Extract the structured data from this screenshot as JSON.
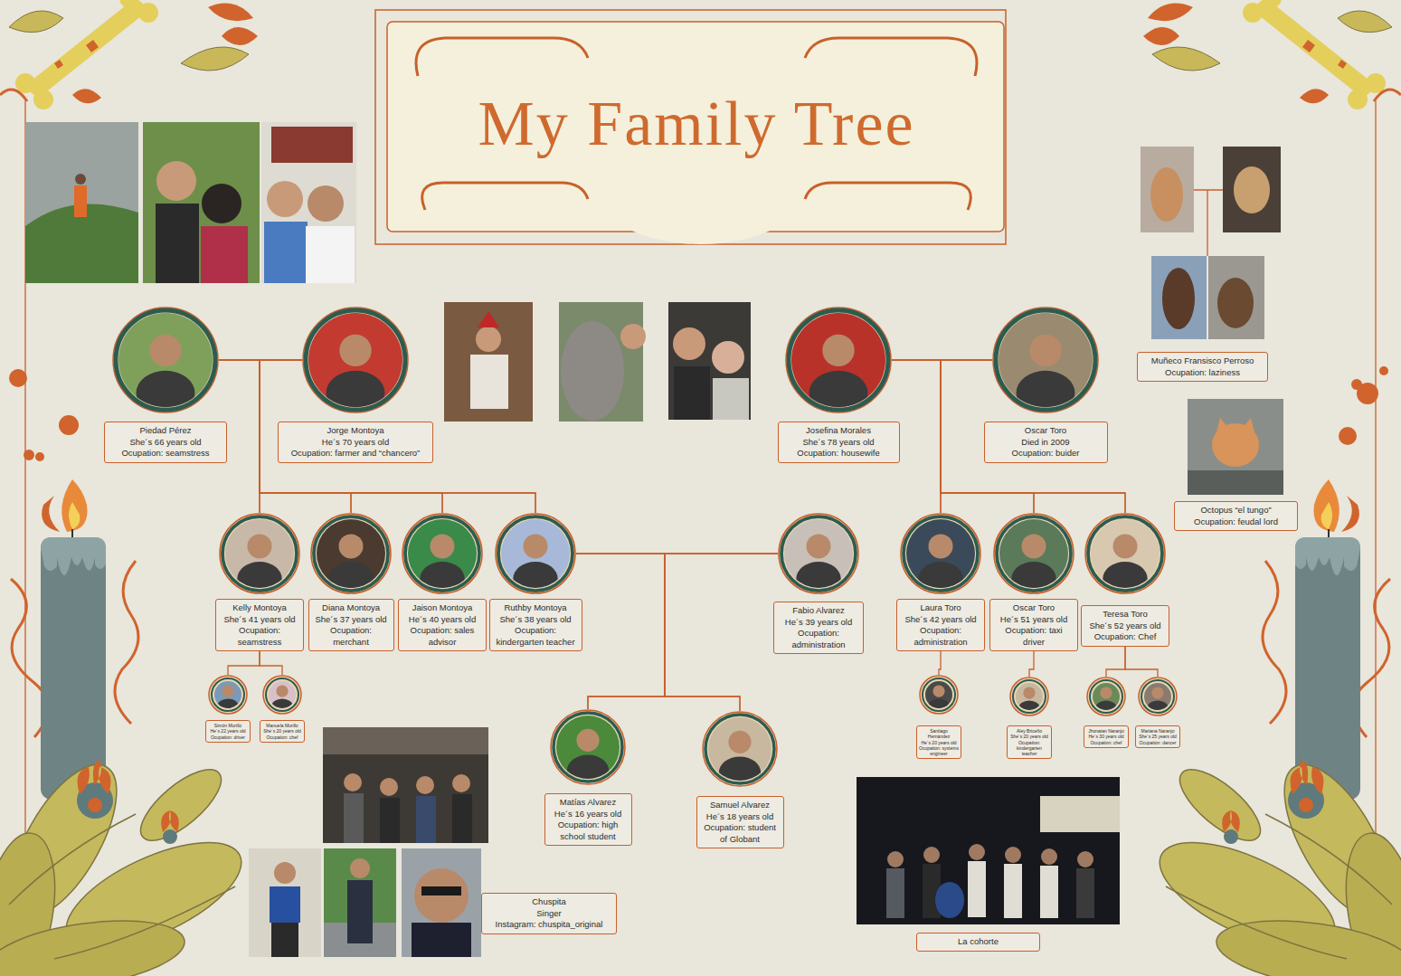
{
  "diagram": {
    "title": "My Family Tree",
    "nodes": [
      {
        "text": [
          "Piedad Pérez",
          "She´s 66 years old",
          "Ocupation: seamstress"
        ]
      },
      {
        "text": [
          "Jorge Montoya",
          "He´s 70 years old",
          "Ocupation: farmer and “chancero”"
        ]
      },
      {
        "text": [
          "Josefina Morales",
          "She´s 78 years old",
          "Ocupation: housewife"
        ]
      },
      {
        "text": [
          "Oscar Toro",
          "Died in 2009",
          "Ocupation: buider"
        ]
      },
      {
        "text": [
          "Muñeco Fransisco Perroso",
          "Ocupation: laziness"
        ]
      },
      {
        "text": [
          "Octopus “el tungo”",
          "Ocupation: feudal lord"
        ]
      },
      {
        "text": [
          "Kelly Montoya",
          "She´s 41 years old",
          "Ocupation: seamstress"
        ]
      },
      {
        "text": [
          "Diana Montoya",
          "She´s 37 years old",
          "Ocupation: merchant"
        ]
      },
      {
        "text": [
          "Jaison Montoya",
          "He´s 40 years old",
          "Ocupation: sales advisor"
        ]
      },
      {
        "text": [
          "Ruthby Montoya",
          "She´s 38 years old",
          "Ocupation: kindergarten teacher"
        ]
      },
      {
        "text": [
          "Fabio Alvarez",
          "He´s 39 years old",
          "Ocupation: administration"
        ]
      },
      {
        "text": [
          "Laura Toro",
          "She´s 42 years old",
          "Ocupation: administration"
        ]
      },
      {
        "text": [
          "Oscar Toro",
          "He´s 51 years old",
          "Ocupation: taxi driver"
        ]
      },
      {
        "text": [
          "Teresa Toro",
          "She´s 52 years old",
          "Ocupation: Chef"
        ]
      },
      {
        "text": [
          "Simón Murillo",
          "He´s 22 years old",
          "Ocupation: driver"
        ]
      },
      {
        "text": [
          "Manuela Murillo",
          "She´s 20 years old",
          "Ocupation: chef"
        ]
      },
      {
        "text": [
          "Santiago Hernández",
          "He´s 20 years old",
          "Ocupation: systems engineer"
        ]
      },
      {
        "text": [
          "Aley Briceño",
          "She´s 20 years old",
          "Ocupation: kindergarten teacher"
        ]
      },
      {
        "text": [
          "Jhonatan Naranjo",
          "He´s 30 years old",
          "Ocupation: chef"
        ]
      },
      {
        "text": [
          "Mariana Naranjo",
          "She´s 25 years old",
          "Ocupation: dancer"
        ]
      },
      {
        "text": [
          "Matías Alvarez",
          "He´s 16 years old",
          "Ocupation: high school student"
        ]
      },
      {
        "text": [
          "Samuel Alvarez",
          "He´s 18 years old",
          "Ocupation: student of Globant"
        ]
      },
      {
        "text": [
          "Chuspita",
          "Singer",
          "Instagram: chuspita_original"
        ]
      },
      {
        "text": [
          "La cohorte"
        ]
      }
    ],
    "edges": [
      {
        "from": 0,
        "to": 6,
        "arrow": "none"
      },
      {
        "from": 0,
        "to": 7,
        "arrow": "none"
      },
      {
        "from": 0,
        "to": 8,
        "arrow": "none"
      },
      {
        "from": 0,
        "to": 9,
        "arrow": "none"
      },
      {
        "from": 1,
        "to": 6,
        "arrow": "none"
      },
      {
        "from": 1,
        "to": 7,
        "arrow": "none"
      },
      {
        "from": 1,
        "to": 8,
        "arrow": "none"
      },
      {
        "from": 1,
        "to": 9,
        "arrow": "none"
      },
      {
        "from": 2,
        "to": 11,
        "arrow": "none"
      },
      {
        "from": 2,
        "to": 12,
        "arrow": "none"
      },
      {
        "from": 2,
        "to": 13,
        "arrow": "none"
      },
      {
        "from": 3,
        "to": 11,
        "arrow": "none"
      },
      {
        "from": 3,
        "to": 12,
        "arrow": "none"
      },
      {
        "from": 3,
        "to": 13,
        "arrow": "none"
      },
      {
        "from": 9,
        "to": 20,
        "arrow": "none"
      },
      {
        "from": 9,
        "to": 21,
        "arrow": "none"
      },
      {
        "from": 10,
        "to": 20,
        "arrow": "none"
      },
      {
        "from": 10,
        "to": 21,
        "arrow": "none"
      },
      {
        "from": 6,
        "to": 14,
        "arrow": "none"
      },
      {
        "from": 6,
        "to": 15,
        "arrow": "none"
      },
      {
        "from": 11,
        "to": 16,
        "arrow": "none"
      },
      {
        "from": 12,
        "to": 17,
        "arrow": "none"
      },
      {
        "from": 13,
        "to": 18,
        "arrow": "none"
      },
      {
        "from": 13,
        "to": 19,
        "arrow": "none"
      }
    ]
  }
}
